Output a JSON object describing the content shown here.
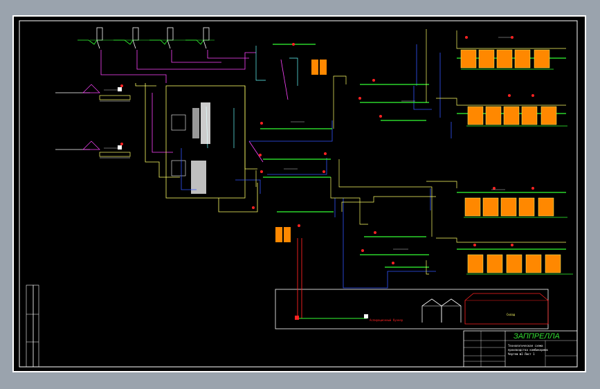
{
  "title_block": {
    "company": "ЗАППРЕЛЛА",
    "lines": [
      "Технологическая схема",
      "производства комбикормов",
      "Чертеж №1 Лист 1"
    ]
  },
  "annotations": {
    "bottom_label": "Аспирационный бункер",
    "store_label": "Склад"
  },
  "colors": {
    "background": "#000000",
    "frame": "#ffffff",
    "main_line": "#33ff33",
    "secondary_line": "#ffff66",
    "magenta_line": "#ff44ff",
    "blue_line": "#3355ff",
    "red_line": "#ff2222",
    "cyan_line": "#66ffff",
    "equipment": "#ff8800"
  }
}
